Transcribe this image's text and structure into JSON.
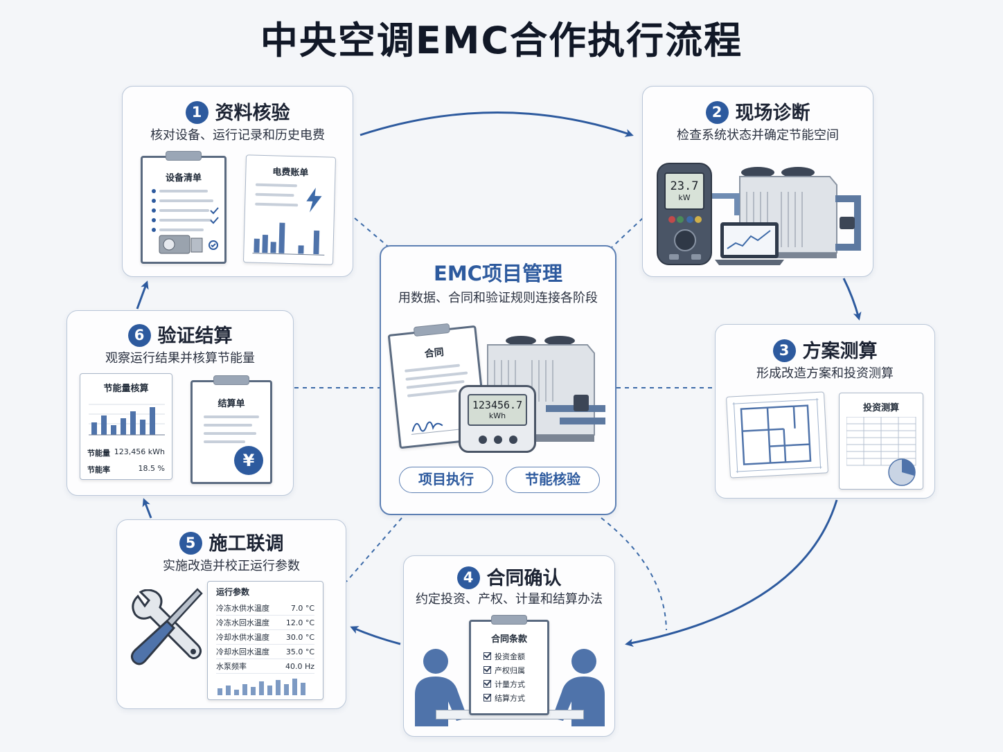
{
  "title": "中央空调EMC合作执行流程",
  "colors": {
    "accent": "#2d5a9e",
    "card_border": "#b9c6d8",
    "connector": "#2d5a9e"
  },
  "center": {
    "title": "EMC项目管理",
    "subtitle": "用数据、合同和验证规则连接各阶段",
    "contract_label": "合同",
    "meter_reading": "123456.7",
    "meter_unit": "kWh",
    "buttons": [
      "项目执行",
      "节能核验"
    ]
  },
  "steps": [
    {
      "num": "1",
      "title": "资料核验",
      "subtitle": "核对设备、运行记录和历史电费",
      "docs": [
        "设备清单",
        "电费账单"
      ],
      "icons": [
        "checklist-icon",
        "lightning-icon",
        "bar-chart-icon"
      ]
    },
    {
      "num": "2",
      "title": "现场诊断",
      "subtitle": "检查系统状态并确定节能空间",
      "meter": {
        "value": "23.7",
        "unit": "kW"
      },
      "icons": [
        "power-meter-icon",
        "chiller-icon",
        "laptop-icon"
      ]
    },
    {
      "num": "3",
      "title": "方案测算",
      "subtitle": "形成改造方案和投资测算",
      "docs": [
        "投资测算"
      ],
      "icons": [
        "floor-plan-icon",
        "pie-chart-icon"
      ]
    },
    {
      "num": "4",
      "title": "合同确认",
      "subtitle": "约定投资、产权、计量和结算办法",
      "doc_title": "合同条款",
      "terms": [
        "投资金额",
        "产权归属",
        "计量方式",
        "结算方式"
      ],
      "icons": [
        "person-icon",
        "clipboard-icon"
      ]
    },
    {
      "num": "5",
      "title": "施工联调",
      "subtitle": "实施改造并校正运行参数",
      "table_title": "运行参数",
      "params": [
        {
          "name": "冷冻水供水温度",
          "value": "7.0 °C"
        },
        {
          "name": "冷冻水回水温度",
          "value": "12.0 °C"
        },
        {
          "name": "冷却水供水温度",
          "value": "30.0 °C"
        },
        {
          "name": "冷却水回水温度",
          "value": "35.0 °C"
        },
        {
          "name": "水泵频率",
          "value": "40.0 Hz"
        }
      ],
      "icons": [
        "wrench-icon",
        "screwdriver-icon"
      ]
    },
    {
      "num": "6",
      "title": "验证结算",
      "subtitle": "观察运行结果并核算节能量",
      "docs": [
        "节能量核算",
        "结算单"
      ],
      "stats": [
        {
          "label": "节能量",
          "value": "123,456 kWh"
        },
        {
          "label": "节能率",
          "value": "18.5 %"
        }
      ],
      "icons": [
        "yuan-icon",
        "bar-chart-icon"
      ]
    }
  ]
}
